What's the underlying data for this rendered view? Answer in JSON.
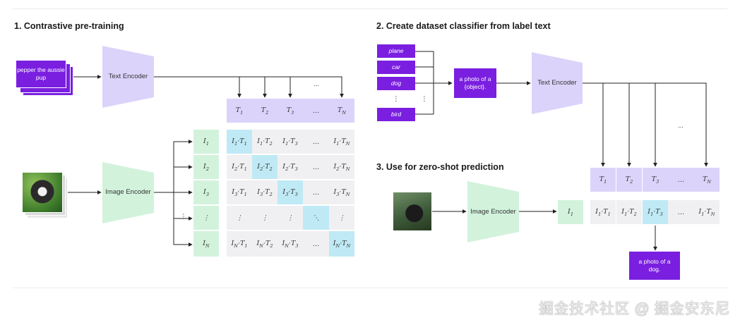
{
  "titles": {
    "s1": "1. Contrastive pre-training",
    "s2": "2. Create dataset classifier from label text",
    "s3": "3. Use for zero-shot prediction"
  },
  "text_input": "pepper the aussie pup",
  "encoders": {
    "text1": "Text Encoder",
    "image1": "Image Encoder",
    "text2": "Text Encoder",
    "image2": "Image Encoder"
  },
  "labels": [
    "plane",
    "car",
    "dog",
    "bird"
  ],
  "template": "a photo of a {object}.",
  "prediction": "a photo of a dog.",
  "ellipsis": "...",
  "colors": {
    "purple": "#7a1fe0",
    "text_token": "#dcd3fb",
    "image_token": "#d2f2dc",
    "cell": "#f0f0f2",
    "highlight": "#bfe9f5"
  },
  "watermark": "掘金技术社区 @ 掘金安东尼"
}
